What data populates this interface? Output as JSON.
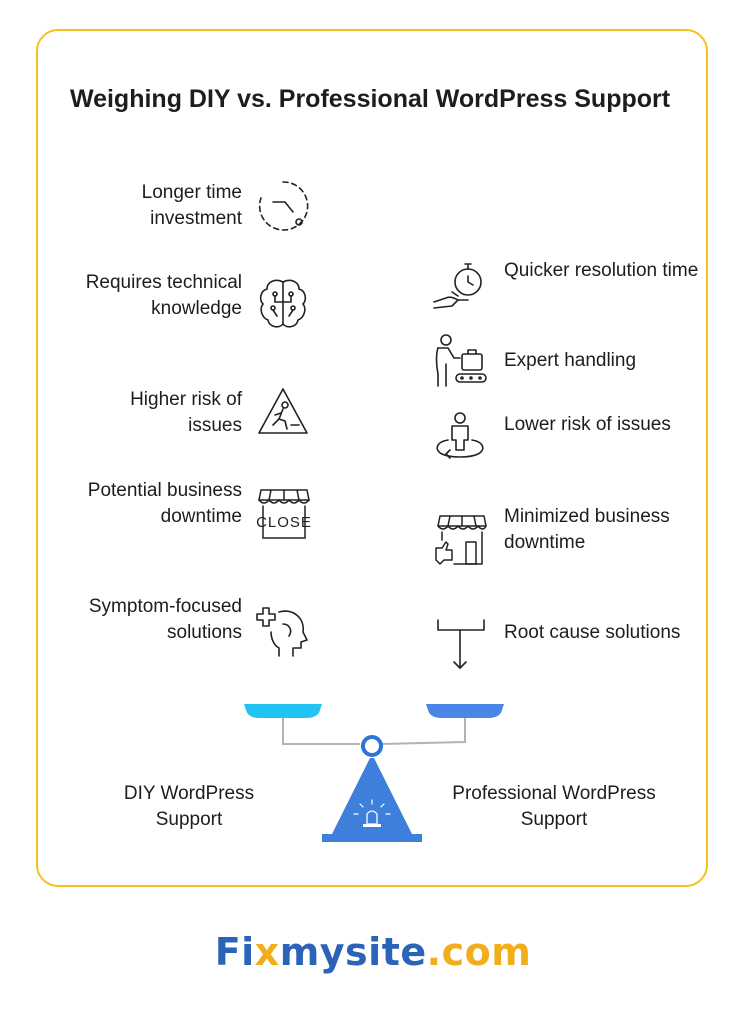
{
  "title": "Weighing DIY vs. Professional WordPress Support",
  "diy": {
    "caption": "DIY WordPress Support",
    "items": [
      {
        "label": "Longer time investment",
        "icon": "clock-icon"
      },
      {
        "label": "Requires technical knowledge",
        "icon": "brain-icon"
      },
      {
        "label": "Higher risk of issues",
        "icon": "warning-icon"
      },
      {
        "label": "Potential business downtime",
        "icon": "closed-shop-icon"
      },
      {
        "label": "Symptom-focused solutions",
        "icon": "head-medical-icon"
      }
    ]
  },
  "pro": {
    "caption": "Professional WordPress Support",
    "items": [
      {
        "label": "Quicker resolution time",
        "icon": "stopwatch-hand-icon"
      },
      {
        "label": "Expert handling",
        "icon": "expert-person-icon"
      },
      {
        "label": "Lower risk of issues",
        "icon": "person-circle-icon"
      },
      {
        "label": "Minimized business downtime",
        "icon": "shop-icon"
      },
      {
        "label": "Root cause solutions",
        "icon": "arrow-down-icon"
      }
    ]
  },
  "colors": {
    "border": "#f5c21b",
    "left_pan": "#22c3f3",
    "right_pan": "#4a86e8",
    "base": "#3f7fdc"
  },
  "logo": {
    "part1": "Fi",
    "part2": "x",
    "part3": "mysite",
    "part4": ".com"
  }
}
